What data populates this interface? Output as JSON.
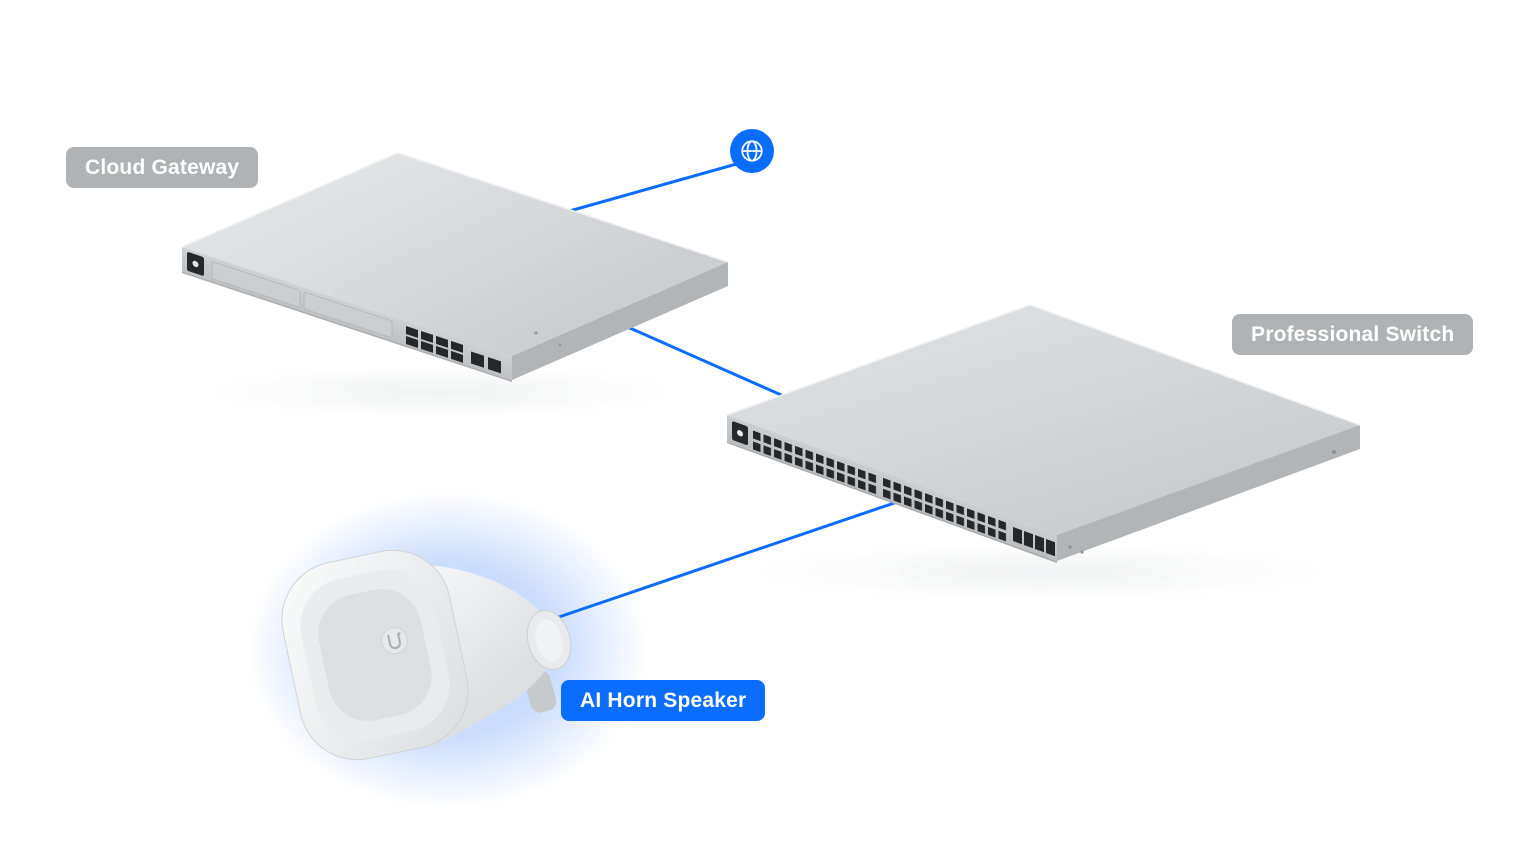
{
  "page": {
    "background": "#ffffff"
  },
  "diagram": {
    "type": "network-topology",
    "internet": {
      "icon": "globe-icon",
      "color": "#0b6dff"
    },
    "devices": [
      {
        "id": "cloud-gateway",
        "label": "Cloud Gateway",
        "badge_style": "gray"
      },
      {
        "id": "professional-switch",
        "label": "Professional Switch",
        "badge_style": "gray"
      },
      {
        "id": "ai-horn-speaker",
        "label": "AI Horn Speaker",
        "badge_style": "blue",
        "highlighted": true
      }
    ],
    "connections": [
      {
        "from": "internet",
        "to": "cloud-gateway"
      },
      {
        "from": "cloud-gateway",
        "to": "professional-switch"
      },
      {
        "from": "professional-switch",
        "to": "ai-horn-speaker"
      }
    ],
    "colors": {
      "connection_blue": "#0b6dff",
      "badge_gray": "#a8acaf",
      "badge_blue": "#0b6dff",
      "device_body_gray": "#d3d6d8",
      "glow_blue": "#86acff"
    }
  }
}
